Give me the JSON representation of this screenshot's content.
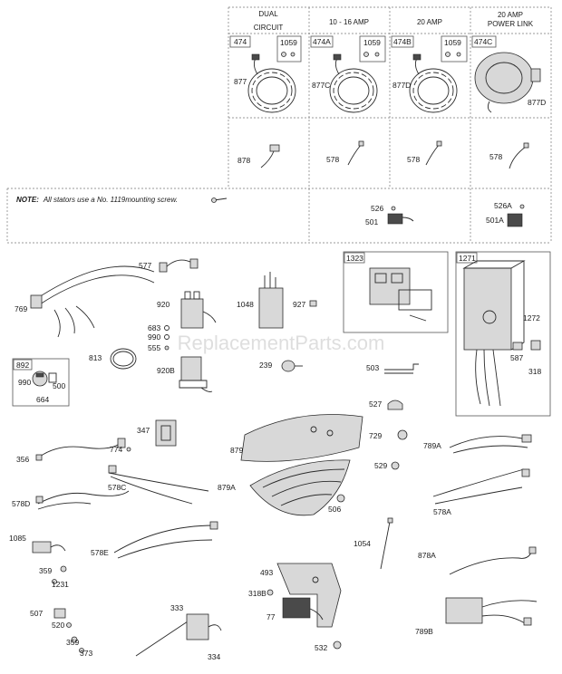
{
  "headers": {
    "dual": [
      "DUAL",
      "CIRCUIT"
    ],
    "amp10": "10 - 16 AMP",
    "amp20": "20 AMP",
    "power_link": [
      "20 AMP",
      "POWER LINK"
    ]
  },
  "note": {
    "bold": "NOTE:",
    "text": "All stators use a No. 1119mounting screw."
  },
  "watermark": "ReplacementParts.com",
  "labels": {
    "p474": "474",
    "p1059a": "1059",
    "p877": "877",
    "p878": "878",
    "p474A": "474A",
    "p1059b": "1059",
    "p877C": "877C",
    "p578a": "578",
    "p474B": "474B",
    "p1059c": "1059",
    "p877D": "877D",
    "p578b": "578",
    "p474C": "474C",
    "p877D2": "877D",
    "p578c": "578",
    "p526": "526",
    "p501": "501",
    "p526A": "526A",
    "p501A": "501A",
    "p577": "577",
    "p769": "769",
    "p920": "920",
    "p683": "683",
    "p990a": "990",
    "p555": "555",
    "p813": "813",
    "p920B": "920B",
    "p892": "892",
    "p990b": "990",
    "p500": "500",
    "p664": "664",
    "p1048": "1048",
    "p927": "927",
    "p239": "239",
    "p1323": "1323",
    "p1271": "1271",
    "p1272": "1272",
    "p587": "587",
    "p318": "318",
    "p503": "503",
    "p527": "527",
    "p729": "729",
    "p529": "529",
    "p789A": "789A",
    "p347": "347",
    "p356": "356",
    "p774": "774",
    "p879": "879",
    "p578C": "578C",
    "p578D": "578D",
    "p879A": "879A",
    "p506": "506",
    "p578A": "578A",
    "p1085": "1085",
    "p578E": "578E",
    "p359a": "359",
    "p1231": "1231",
    "p1054": "1054",
    "p878A": "878A",
    "p493": "493",
    "p318B": "318B",
    "p333": "333",
    "p77": "77",
    "p507": "507",
    "p520": "520",
    "p359b": "359",
    "p373": "373",
    "p334": "334",
    "p532": "532",
    "p789B": "789B"
  }
}
